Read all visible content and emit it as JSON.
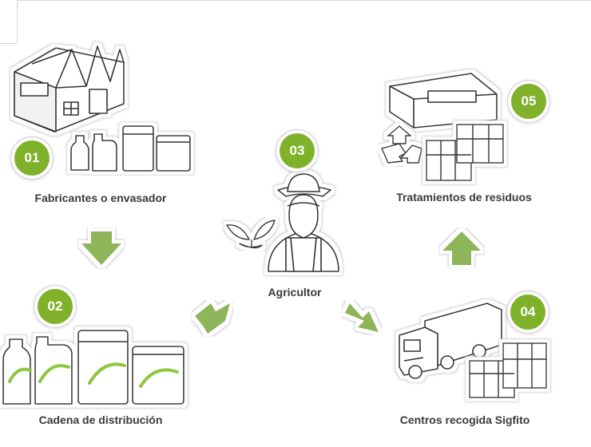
{
  "accent_color": "#7fb12a",
  "arrow_color": "#8fb55a",
  "steps": [
    {
      "number": "01",
      "label": "Fabricantes o envasador",
      "icon": "factory-icon"
    },
    {
      "number": "02",
      "label": "Cadena de distribución",
      "icon": "product-containers-icon"
    },
    {
      "number": "03",
      "label": "Agricultor",
      "icon": "farmer-icon"
    },
    {
      "number": "04",
      "label": "Centros recogida Sigfito",
      "icon": "truck-icon"
    },
    {
      "number": "05",
      "label": "Tratamientos de residuos",
      "icon": "recycling-plant-icon"
    }
  ]
}
